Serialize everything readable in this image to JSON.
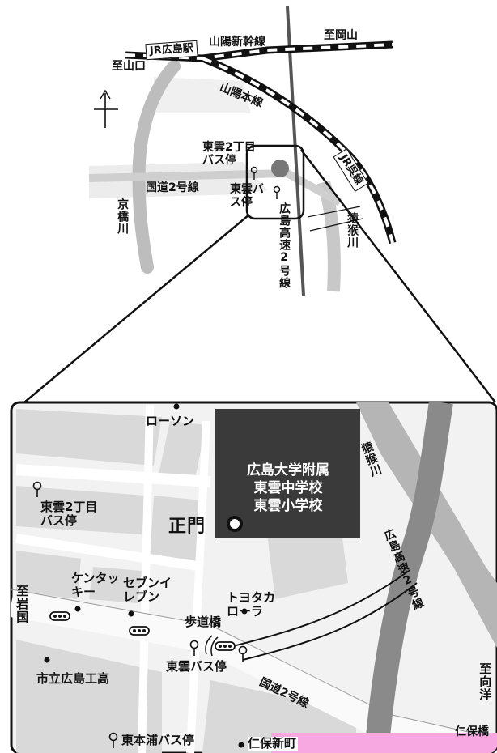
{
  "overview": {
    "stations": {
      "jr_hiroshima": "JR広島駅",
      "to_okayama": "至岡山",
      "to_yamaguchi": "至山口"
    },
    "railways": {
      "sanyo_shinkansen": "山陽新幹線",
      "sanyo_main_line": "山陽本線",
      "jr_kure_line": "JR呉線"
    },
    "roads": {
      "national_route_2": "国道2号線",
      "hiroshima_expressway_2": "広島高速2号線"
    },
    "rivers": {
      "kyobashi": "京橋川",
      "enkou": "猿猴川"
    },
    "bus_stops": {
      "shinonome_2chome": "東雲2丁目バス停",
      "shinonome": "東雲バス停"
    }
  },
  "detail": {
    "school_lines": [
      "広島大学附属",
      "東雲中学校",
      "東雲小学校"
    ],
    "main_gate": "正門",
    "landmarks": {
      "lawson": "ローソン",
      "kfc": "ケンタッキー",
      "seven_eleven": "セブンイレブン",
      "toyota": "トヨタカローラ",
      "footbridge": "歩道橋",
      "technical_high": "市立広島工高",
      "nihoshin": "仁保新町",
      "nihoshin_right": "仁保橋"
    },
    "bus_stops": {
      "shinonome_2chome": "東雲2丁目バス停",
      "shinonome": "東雲バス停",
      "higashi_motoura": "東本浦バス停"
    },
    "roads": {
      "national_route_2": "国道2号線",
      "hiroshima_expressway_2": "広島高速2号線"
    },
    "rivers": {
      "enkou": "猿猴川"
    },
    "directions": {
      "to_iwakuni": "至岩国",
      "to_mukainada": "至向洋"
    }
  },
  "colors": {
    "river": "#bdbdbd",
    "road": "#e6e6e6",
    "school": "#3a3a3a",
    "line": "#111111"
  }
}
